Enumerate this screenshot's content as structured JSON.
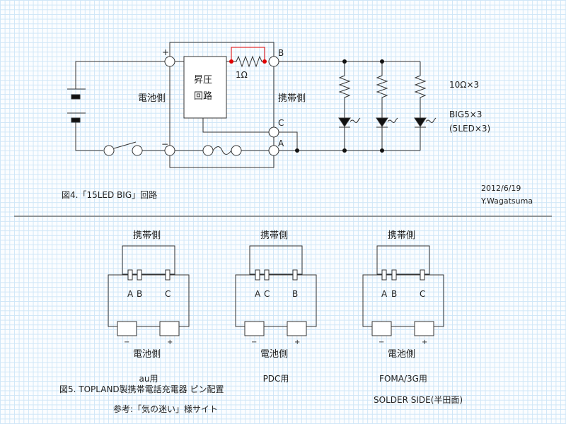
{
  "figure4": {
    "caption": "図4.「15LED BIG」回路",
    "date": "2012/6/19",
    "author": "Y.Wagatsuma",
    "booster_line1": "昇圧",
    "booster_line2": "回路",
    "battery_side": "電池側",
    "phone_side": "携帯側",
    "resistor_1ohm": "1Ω",
    "terminal_plus": "+",
    "terminal_minus": "−",
    "terminal_b": "B",
    "terminal_c": "C",
    "terminal_a": "A",
    "resistors_note": "10Ω×3",
    "leds_note": "BIG5×3",
    "leds_note2": "(5LED×3)",
    "highlight_color": "#e00000"
  },
  "figure5": {
    "caption": "図5. TOPLAND製携帯電話充電器 ピン配置",
    "reference": "参考:「気の迷い」様サイト",
    "solder_side": "SOLDER SIDE(半田面)",
    "connectors": [
      {
        "label": "au用",
        "top": "携帯側",
        "bottom": "電池側",
        "pins": [
          "A",
          "B",
          "C"
        ],
        "minus": "−",
        "plus": "+"
      },
      {
        "label": "PDC用",
        "top": "携帯側",
        "bottom": "電池側",
        "pins": [
          "A",
          "C",
          "B"
        ],
        "minus": "−",
        "plus": "+"
      },
      {
        "label": "FOMA/3G用",
        "top": "携帯側",
        "bottom": "電池側",
        "pins": [
          "A",
          "B",
          "C"
        ],
        "minus": "−",
        "plus": "+"
      }
    ]
  }
}
